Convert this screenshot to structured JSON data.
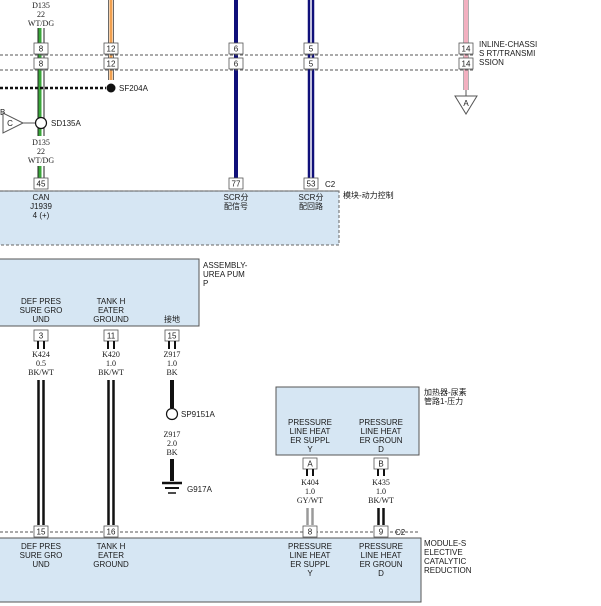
{
  "top": {
    "wire_green": {
      "circuit": "D135",
      "gauge": "22",
      "color": "WT/DG"
    },
    "pins_8": [
      "8",
      "8"
    ],
    "pins_12": [
      "12",
      "12"
    ],
    "pins_6": [
      "6",
      "6"
    ],
    "pins_5": [
      "5",
      "5"
    ],
    "pins_14": [
      "14",
      "14"
    ],
    "connector_label_right": [
      "INLINE-CHASSI",
      "S RT/TRANSMI",
      "SSION"
    ],
    "splice_sf204a": "SF204A",
    "splice_sd135a": "SD135A",
    "ref_c": "C",
    "ref_b": "B",
    "ref_a": "A",
    "wire_green_lower": {
      "circuit": "D135",
      "gauge": "22",
      "color": "WT/DG"
    },
    "pcm_pins": [
      "45",
      "77",
      "53"
    ],
    "pcm_connector": "C2",
    "pcm_label": "模块-动力控制",
    "pcm_pin_labels": {
      "p45": [
        "CAN",
        "J1939",
        "4 (+)"
      ],
      "p77": [
        "SCR分",
        "配信号"
      ],
      "p53": [
        "SCR分",
        "配回路"
      ]
    }
  },
  "pump": {
    "label": [
      "ASSEMBLY-",
      "UREA PUM",
      "P"
    ],
    "pin_labels": {
      "p3": [
        "DEF PRES",
        "SURE GRO",
        "UND"
      ],
      "p11": [
        "TANK H",
        "EATER",
        "GROUND"
      ],
      "p15": [
        "接地"
      ]
    },
    "pins": [
      "3",
      "11",
      "15"
    ],
    "wires": [
      {
        "circuit": "K424",
        "gauge": "0.5",
        "color": "BK/WT"
      },
      {
        "circuit": "K420",
        "gauge": "1.0",
        "color": "BK/WT"
      },
      {
        "circuit": "Z917",
        "gauge": "1.0",
        "color": "BK"
      }
    ],
    "splice_sp9151a": "SP9151A",
    "z917_lower": {
      "circuit": "Z917",
      "gauge": "2.0",
      "color": "BK"
    },
    "ground": "G917A"
  },
  "heater": {
    "label": [
      "加热器-尿素",
      "管路1-压力"
    ],
    "pin_labels": {
      "pA": [
        "PRESSURE",
        "LINE HEAT",
        "ER SUPPL",
        "Y"
      ],
      "pB": [
        "PRESSURE",
        "LINE HEAT",
        "ER GROUN",
        "D"
      ]
    },
    "pins": [
      "A",
      "B"
    ],
    "wires": [
      {
        "circuit": "K404",
        "gauge": "1.0",
        "color": "GY/WT"
      },
      {
        "circuit": "K435",
        "gauge": "1.0",
        "color": "BK/WT"
      }
    ]
  },
  "scr": {
    "pins": [
      "15",
      "16",
      "8",
      "9"
    ],
    "connector": "C2",
    "label": [
      "MODULE-S",
      "ELECTIVE",
      "CATALYTIC",
      "REDUCTION"
    ],
    "pin_labels": {
      "p15": [
        "DEF PRES",
        "SURE GRO",
        "UND"
      ],
      "p16": [
        "TANK H",
        "EATER",
        "GROUND"
      ],
      "p8": [
        "PRESSURE",
        "LINE HEAT",
        "ER SUPPL",
        "Y"
      ],
      "p9": [
        "PRESSURE",
        "LINE HEAT",
        "ER GROUN",
        "D"
      ]
    }
  },
  "colors": {
    "green": "#3aa63a",
    "orange": "#f0a050",
    "navy": "#10107a",
    "pink": "#f2b0c0",
    "black": "#111111",
    "gray": "#9a9a9a",
    "module_fill": "#d6e6f3"
  }
}
